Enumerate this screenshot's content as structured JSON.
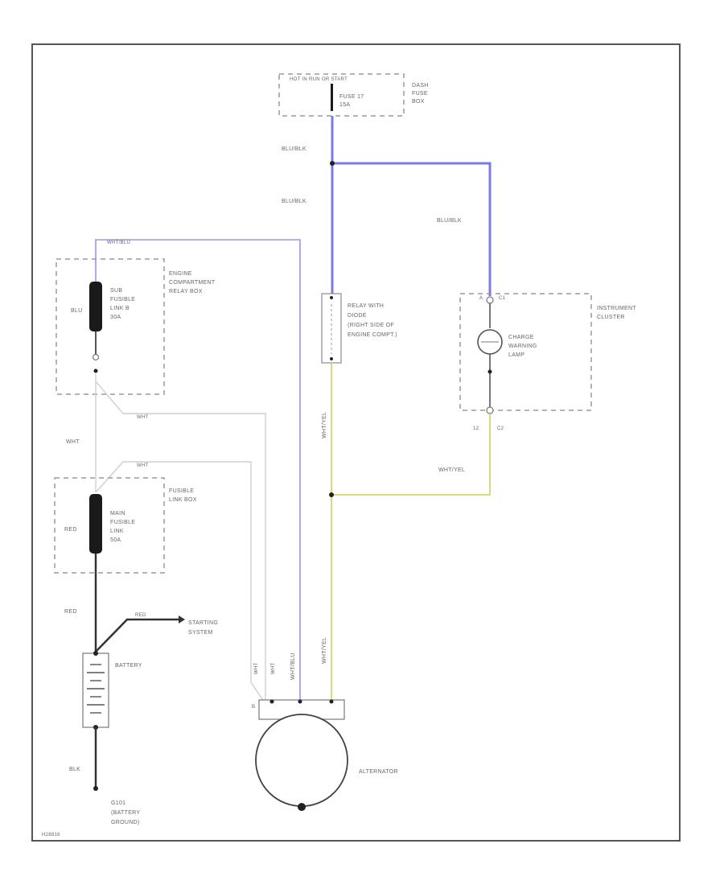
{
  "top_fuse_box": {
    "header": "HOT IN RUN OR START",
    "fuse": "FUSE 17",
    "rating": "15A",
    "box_name": [
      "DASH",
      "FUSE",
      "BOX"
    ]
  },
  "engine_relay_box": {
    "fuse": [
      "SUB",
      "FUSIBLE",
      "LINK B",
      "30A"
    ],
    "box_name": [
      "ENGINE",
      "COMPARTMENT",
      "RELAY BOX"
    ]
  },
  "fusible_link_box": {
    "fuse": [
      "MAIN",
      "FUSIBLE",
      "LINK",
      "50A"
    ],
    "box_name": [
      "FUSIBLE",
      "LINK BOX"
    ]
  },
  "relay": {
    "label": [
      "RELAY WITH",
      "DIODE",
      "(RIGHT SIDE OF",
      "ENGINE COMPT.)"
    ]
  },
  "instrument_cluster": {
    "name": [
      "INSTRUMENT",
      "CLUSTER"
    ],
    "lamp": [
      "CHARGE",
      "WARNING",
      "LAMP"
    ],
    "pin_top": "A",
    "conn_top": "C1",
    "pin_bottom": "12",
    "conn_bottom": "C2"
  },
  "battery": {
    "label": "BATTERY"
  },
  "alternator": {
    "label": "ALTERNATOR",
    "terminal": "B"
  },
  "starting": {
    "label": [
      "STARTING",
      "SYSTEM"
    ]
  },
  "ground": {
    "label": [
      "G101",
      "(BATTERY",
      "GROUND)"
    ]
  },
  "wires": {
    "blu_blk_1": "BLU/BLK",
    "blu_blk_2": "BLU/BLK",
    "blu_blk_3": "BLU/BLK",
    "wht_blu_top": "WHT/BLU",
    "wht_yel_relay": "WHT/YEL",
    "wht_yel_cluster": "WHT/YEL",
    "wht_yel_alt": "WHT/YEL",
    "wht_blu_alt": "WHT/BLU",
    "blu_side": "BLU",
    "red_side": "RED",
    "red_lower": "RED",
    "red_start": "RED",
    "wht_1": "WHT",
    "wht_2": "WHT",
    "wht_3": "WHT",
    "wht_alt_1": "WHT",
    "wht_alt_2": "WHT",
    "blk": "BLK"
  },
  "footer_code": "H28816"
}
